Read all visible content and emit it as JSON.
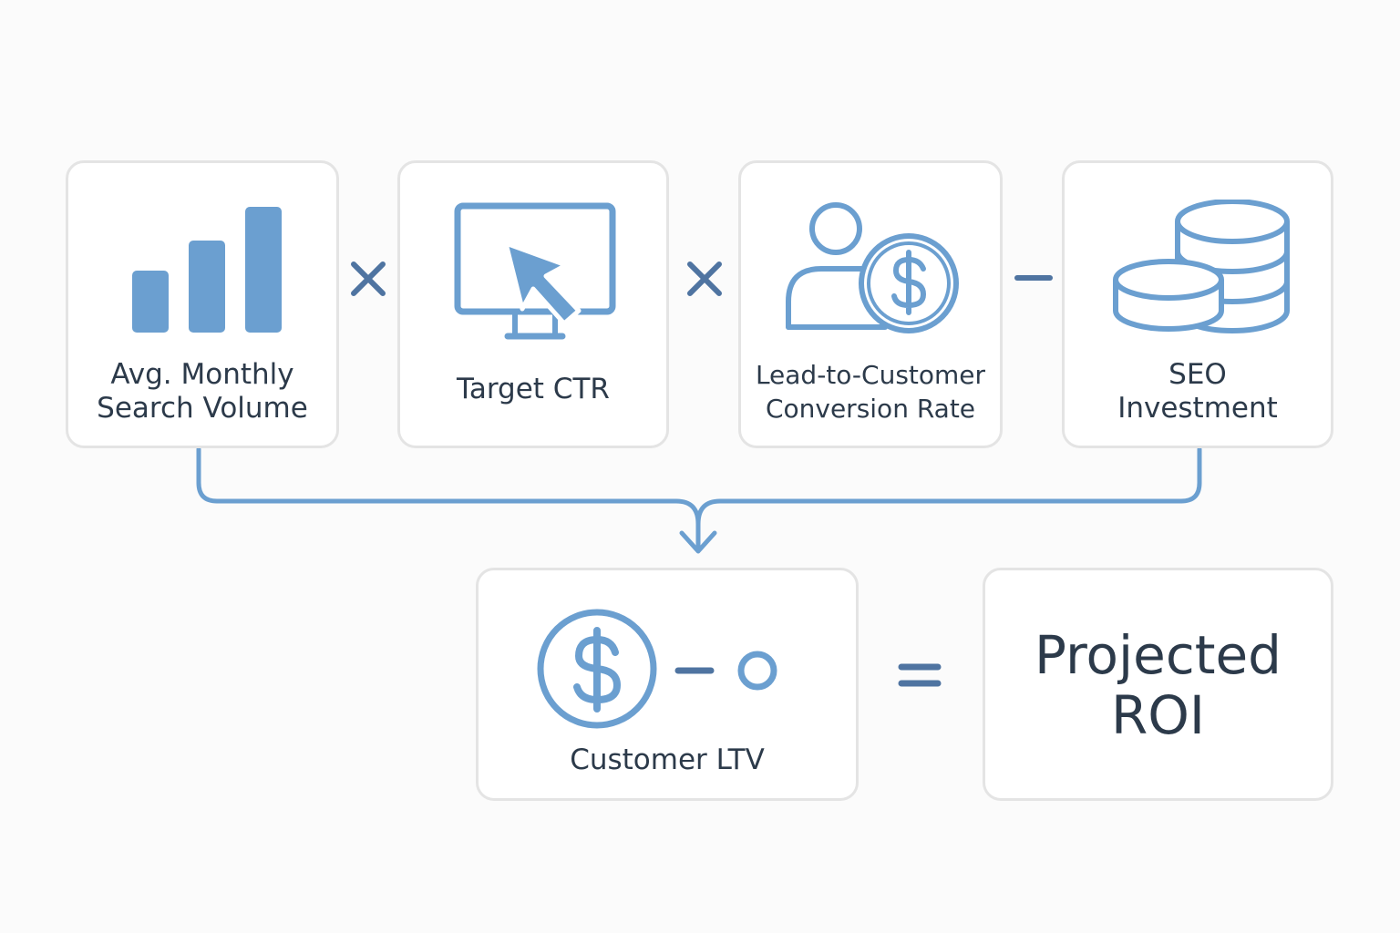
{
  "colors": {
    "accent": "#6b9fd0",
    "operator": "#4f74a1",
    "text": "#2c3a4a",
    "card_border": "#e4e4e4"
  },
  "inputs": [
    {
      "label_line1": "Avg. Monthly",
      "label_line2": "Search Volume",
      "icon": "bar-chart-icon"
    },
    {
      "label_line1": "Target CTR",
      "icon": "monitor-cursor-icon"
    },
    {
      "label_line1": "Lead-to-Customer",
      "label_line2": "Conversion Rate",
      "icon": "user-dollar-icon"
    },
    {
      "label_line1": "SEO",
      "label_line2": "Investment",
      "icon": "coins-stack-icon"
    }
  ],
  "operators": [
    "×",
    "×",
    "−",
    "−",
    "="
  ],
  "ltv": {
    "label": "Customer LTV",
    "icon": "dollar-circle-icon",
    "small_icon": "circle-icon"
  },
  "result": {
    "label_line1": "Projected",
    "label_line2": "ROI"
  }
}
